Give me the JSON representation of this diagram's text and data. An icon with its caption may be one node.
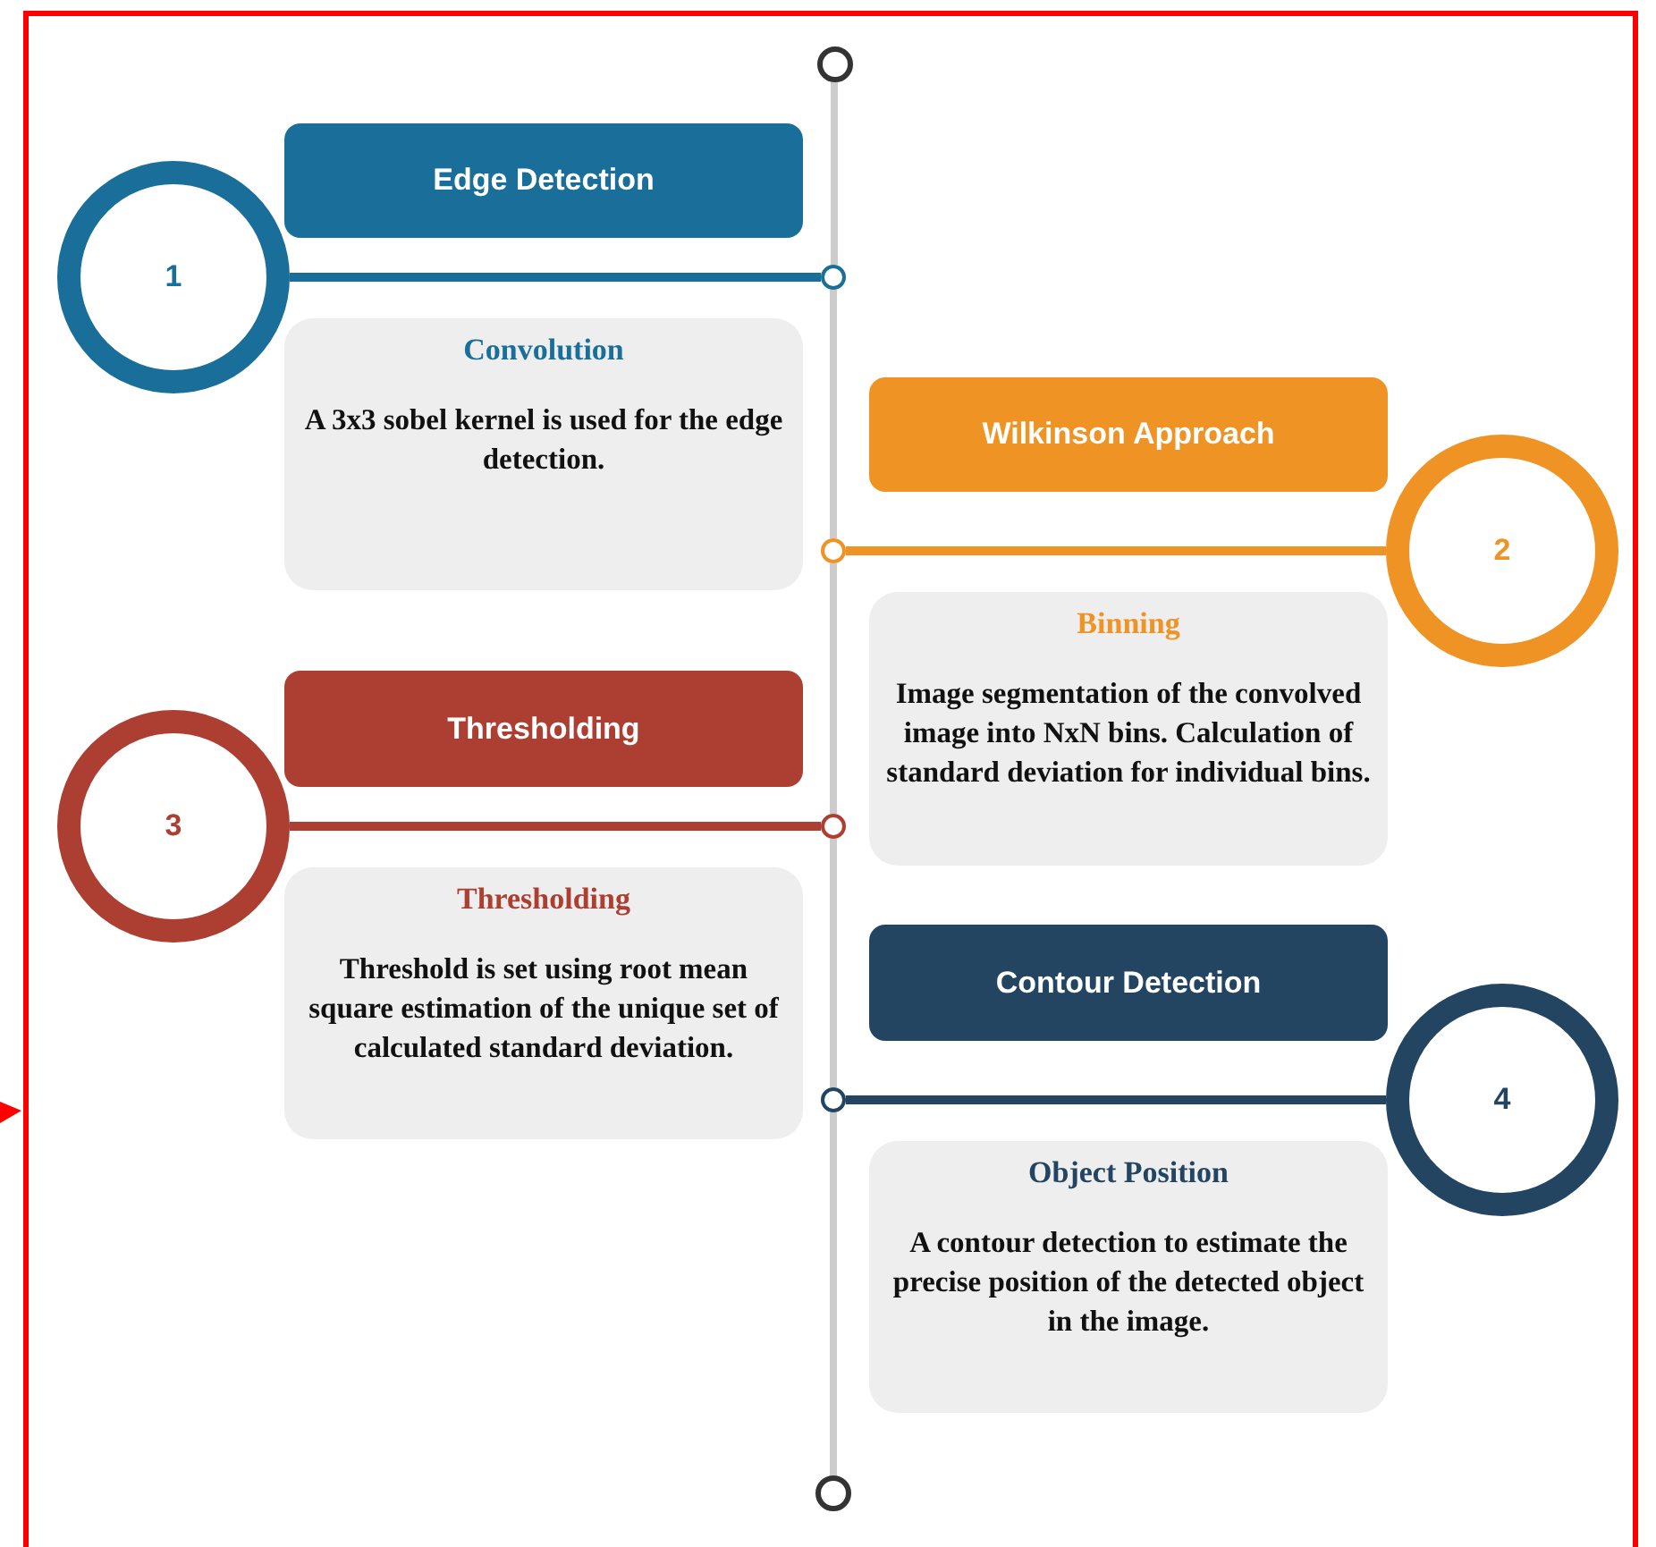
{
  "diagram": {
    "nodes": [
      {
        "text": [],
        "shape": "circle"
      },
      {
        "text": [
          "Edge Detection"
        ]
      },
      {
        "text": [
          "1"
        ]
      },
      {
        "text": [],
        "shape": "circle"
      },
      {
        "text": [
          "Convolution",
          "A 3x3 sobel kernel is used  for the edge detection."
        ]
      },
      {
        "text": [
          "Wilkinson Approach"
        ]
      },
      {
        "text": [],
        "shape": "circle"
      },
      {
        "text": [
          "2"
        ]
      },
      {
        "text": [
          "Binning",
          "Image segmentation of the convolved image into NxN bins. Calculation of standard deviation for individual bins."
        ]
      },
      {
        "text": [
          "Thresholding"
        ]
      },
      {
        "text": [
          "3"
        ]
      },
      {
        "text": [],
        "shape": "circle"
      },
      {
        "text": [
          "Thresholding",
          "Threshold is set using root mean square estimation of the unique set of calculated standard deviation."
        ]
      },
      {
        "text": [
          "Contour Detection"
        ]
      },
      {
        "text": [],
        "shape": "circle"
      },
      {
        "text": [
          "4"
        ]
      },
      {
        "text": [
          "Object Position",
          "A contour detection to estimate the precise position of the detected object in the image."
        ]
      },
      {
        "text": [],
        "shape": "circle"
      }
    ],
    "edges": [
      {
        "from": 0,
        "to": 3,
        "arrow": "none"
      },
      {
        "from": 3,
        "to": 6,
        "arrow": "none"
      },
      {
        "from": 6,
        "to": 11,
        "arrow": "none"
      },
      {
        "from": 11,
        "to": 14,
        "arrow": "none"
      },
      {
        "from": 14,
        "to": 17,
        "arrow": "none"
      },
      {
        "from": 2,
        "to": 3,
        "arrow": "none",
        "color": "#1a6f9a"
      },
      {
        "from": 7,
        "to": 6,
        "arrow": "none",
        "color": "#ef9324"
      },
      {
        "from": 10,
        "to": 11,
        "arrow": "none",
        "color": "#ad3f32"
      },
      {
        "from": 15,
        "to": 14,
        "arrow": "none",
        "color": "#234562"
      }
    ]
  }
}
